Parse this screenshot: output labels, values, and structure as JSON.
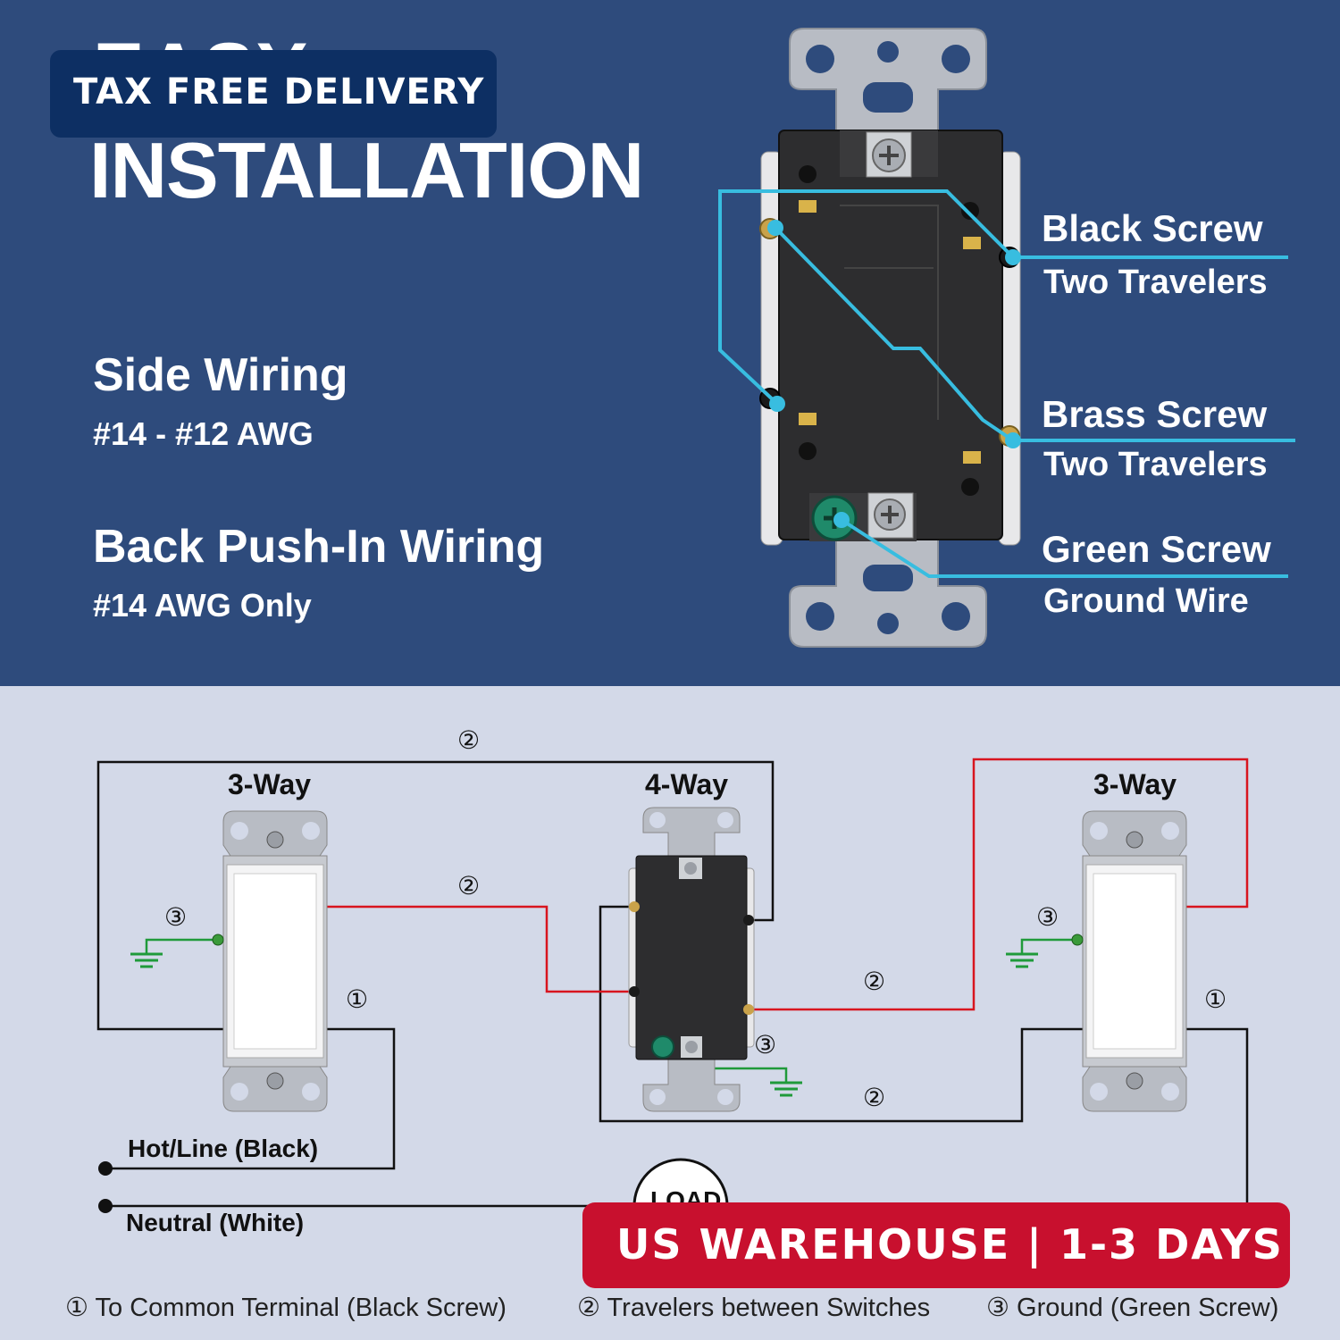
{
  "header": {
    "title": "INSTALLATION",
    "badge": "TAX FREE DELIVERY"
  },
  "specs": {
    "side_wiring": {
      "title": "Side Wiring",
      "value": "#14 - #12 AWG"
    },
    "back_wiring": {
      "title": "Back Push-In Wiring",
      "value": "#14 AWG Only"
    }
  },
  "callouts": {
    "black_screw": {
      "title": "Black Screw",
      "sub": "Two Travelers"
    },
    "brass_screw": {
      "title": "Brass Screw",
      "sub": "Two Travelers"
    },
    "green_screw": {
      "title": "Green Screw",
      "sub": "Ground Wire"
    }
  },
  "diagram": {
    "left_switch": "3-Way",
    "middle_switch": "4-Way",
    "right_switch": "3-Way",
    "hot_label": "Hot/Line (Black)",
    "neutral_label": "Neutral (White)",
    "load_label": "LOAD",
    "num1": "①",
    "num2": "②",
    "num3": "③"
  },
  "legend": {
    "item1": "① To Common Terminal (Black Screw)",
    "item2": "② Travelers between Switches",
    "item3": "③ Ground (Green Screw)"
  },
  "bottom_badge": "US WAREHOUSE | 1-3 DAYS",
  "colors": {
    "top_bg": "#2e4b7c",
    "bottom_bg": "#d3d9e8",
    "callout_line": "#38bde0",
    "traveler_red": "#d8151f",
    "ground_green": "#1f9a3a",
    "badge_red": "#c8102e",
    "badge_navy": "#0d2f63"
  }
}
